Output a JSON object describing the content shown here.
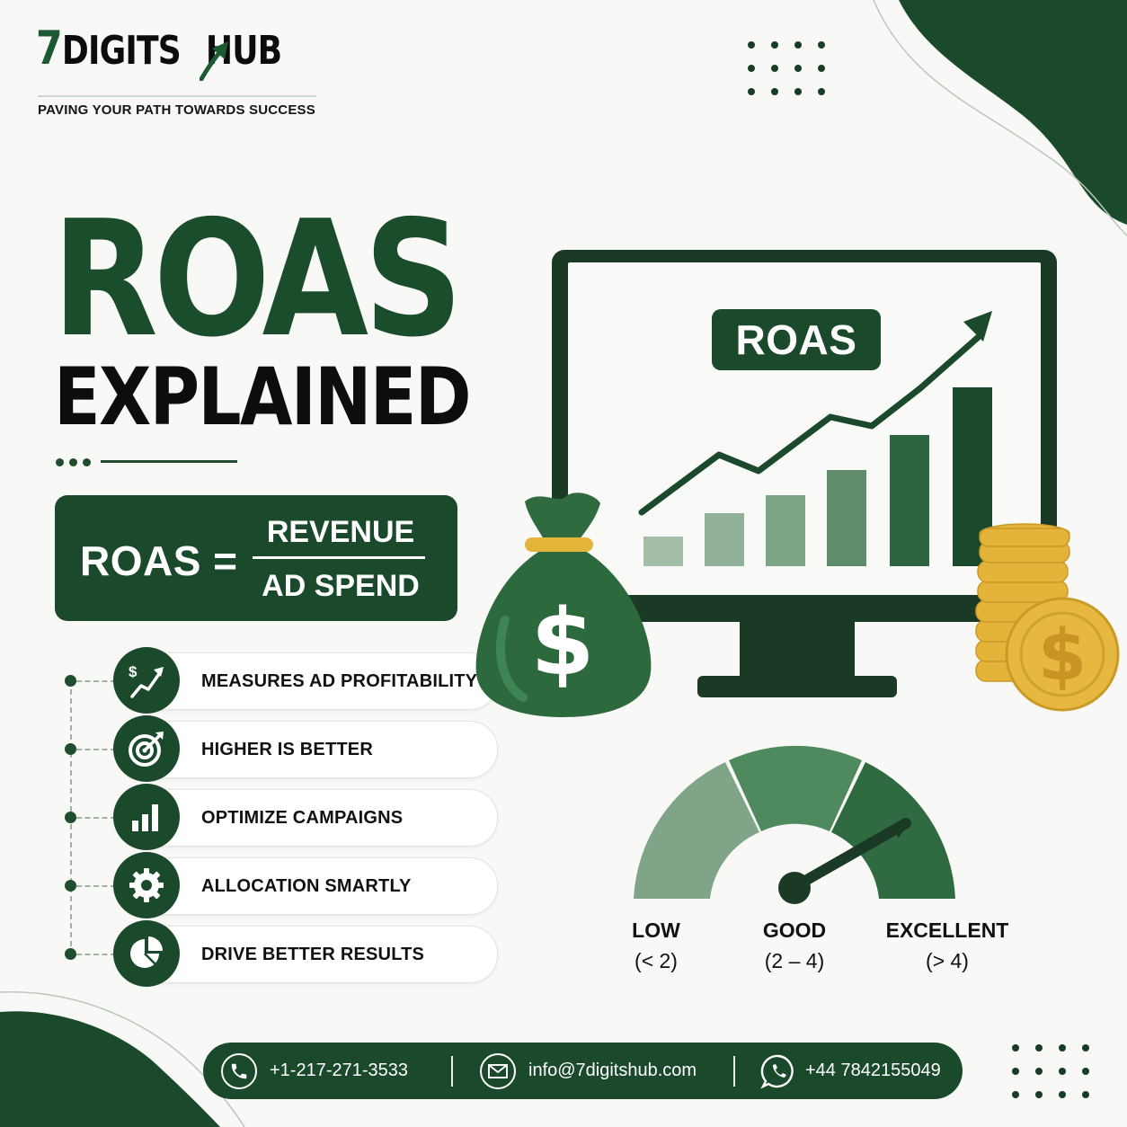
{
  "brand": {
    "seven": "7",
    "digits": "DIGITS",
    "hub": "HUB",
    "tagline": "PAVING YOUR PATH TOWARDS SUCCESS"
  },
  "title": {
    "main": "ROAS",
    "sub": "EXPLAINED"
  },
  "formula": {
    "lhs": "ROAS =",
    "numerator": "REVENUE",
    "denominator": "AD SPEND"
  },
  "features": [
    {
      "label": "MEASURES AD PROFITABILITY",
      "icon": "dollar-growth-icon"
    },
    {
      "label": "HIGHER IS BETTER",
      "icon": "target-icon"
    },
    {
      "label": "OPTIMIZE CAMPAIGNS",
      "icon": "bar-chart-icon"
    },
    {
      "label": "ALLOCATION SMARTLY",
      "icon": "gear-icon"
    },
    {
      "label": "DRIVE BETTER RESULTS",
      "icon": "pie-chart-icon"
    }
  ],
  "monitor": {
    "badge": "ROAS"
  },
  "gauge": {
    "segments": [
      {
        "label": "LOW",
        "range": "(< 2)"
      },
      {
        "label": "GOOD",
        "range": "(2 – 4)"
      },
      {
        "label": "EXCELLENT",
        "range": "(> 4)"
      }
    ]
  },
  "contacts": [
    {
      "text": "+1-217-271-3533",
      "icon": "phone-icon"
    },
    {
      "text": "info@7digitshub.com",
      "icon": "mail-icon"
    },
    {
      "text": "+44 7842155049",
      "icon": "whatsapp-icon"
    }
  ],
  "colors": {
    "primary": "#1a4a2b",
    "accent_gold": "#e3b53a",
    "background": "#f8f8f6"
  }
}
